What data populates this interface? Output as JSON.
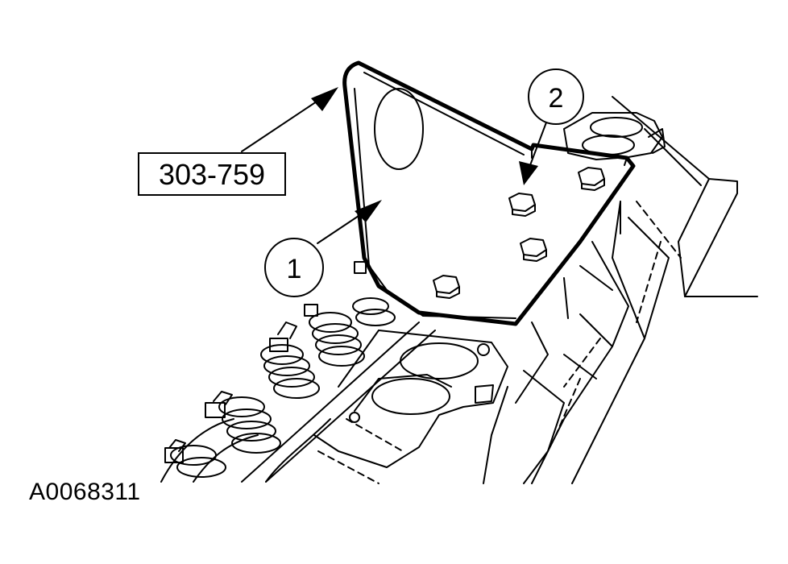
{
  "diagram": {
    "tool_label": "303-759",
    "callouts": [
      {
        "number": "1"
      },
      {
        "number": "2"
      }
    ],
    "figure_id": "A0068311"
  }
}
